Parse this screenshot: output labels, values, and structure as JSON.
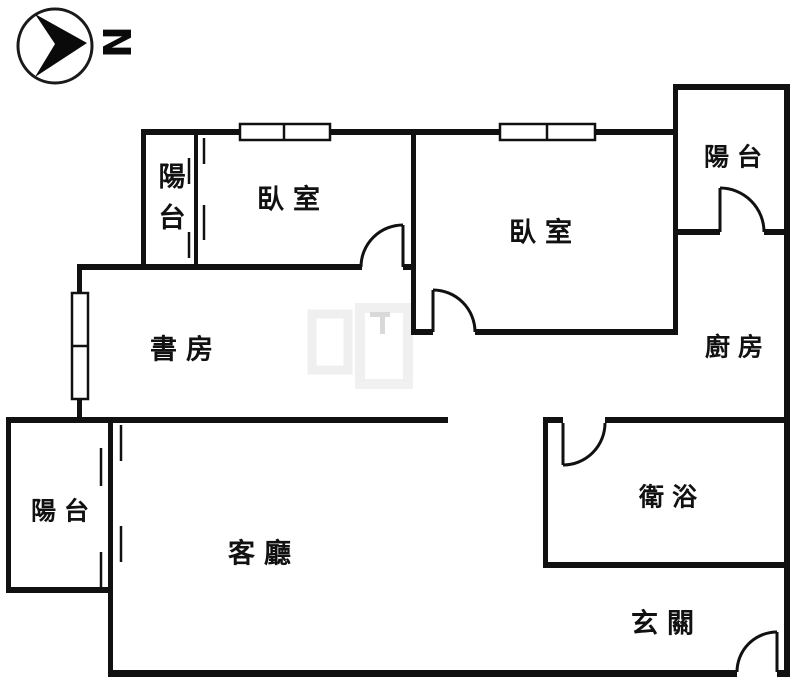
{
  "title": "apartment-floor-plan",
  "compass": {
    "north_label": "N"
  },
  "rooms": {
    "balcony_top_left": "陽台",
    "bedroom_left": "臥室",
    "bedroom_right": "臥室",
    "balcony_top_right": "陽台",
    "study": "書房",
    "kitchen": "廚房",
    "balcony_left": "陽台",
    "living_room": "客廳",
    "bathroom": "衛浴",
    "entrance": "玄關"
  },
  "colors": {
    "wall": "#111111",
    "background": "#ffffff",
    "text": "#111111",
    "watermark": "#dddddd"
  }
}
